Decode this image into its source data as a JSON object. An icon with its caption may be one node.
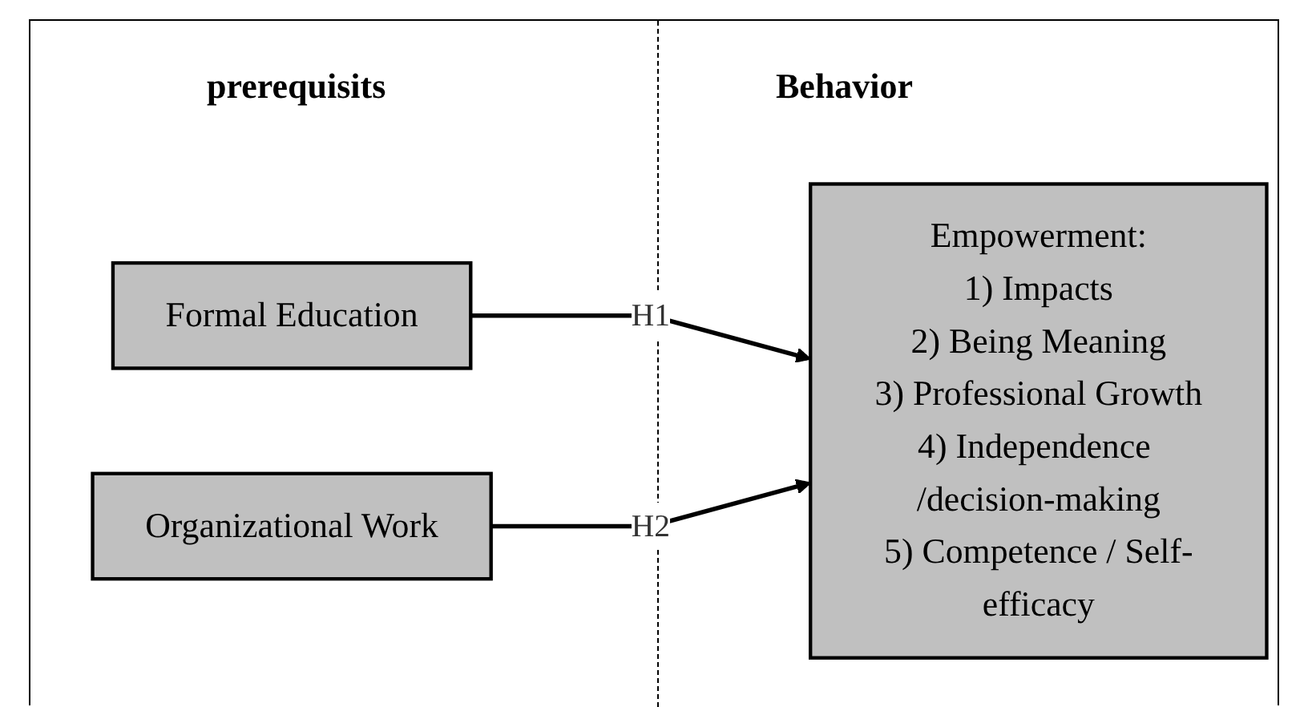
{
  "diagram": {
    "nodes": [
      {
        "text": [
          "Formal Education"
        ]
      },
      {
        "text": [
          "Organizational Work"
        ]
      },
      {
        "text": [
          "Empowerment:",
          "1) Impacts",
          "2) Being Meaning",
          "3) Professional Growth",
          "4) Independence /decision-making",
          "5) Competence / Self-efficacy"
        ]
      }
    ],
    "edges": [
      {
        "from": 0,
        "to": 2,
        "label": "H1",
        "arrow": "to"
      },
      {
        "from": 1,
        "to": 2,
        "label": "H2",
        "arrow": "to"
      }
    ],
    "labels": [
      "prerequisits",
      "Behavior"
    ]
  }
}
